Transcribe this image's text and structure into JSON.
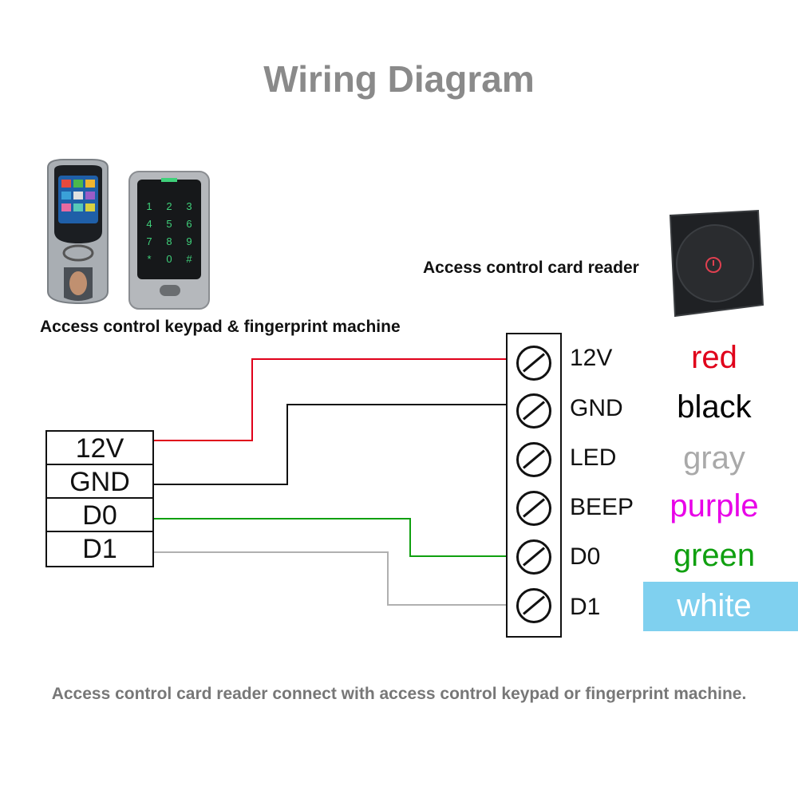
{
  "title": "Wiring Diagram",
  "images": {
    "devices_caption": "Access control keypad & fingerprint machine",
    "reader_caption": "Access control card reader",
    "keypad_digits": [
      "1",
      "2",
      "3",
      "4",
      "5",
      "6",
      "7",
      "8",
      "9",
      "*",
      "0",
      "#"
    ]
  },
  "controller": {
    "terminals": [
      "12V",
      "GND",
      "D0",
      "D1"
    ]
  },
  "reader": {
    "terminals": [
      {
        "label": "12V",
        "wire": "red",
        "color": "#e0001a"
      },
      {
        "label": "GND",
        "wire": "black",
        "color": "#000000"
      },
      {
        "label": "LED",
        "wire": "gray",
        "color": "#a9a9a9"
      },
      {
        "label": "BEEP",
        "wire": "purple",
        "color": "#e800e8"
      },
      {
        "label": "D0",
        "wire": "green",
        "color": "#10a010"
      },
      {
        "label": "D1",
        "wire": "white",
        "color": "#ffffff",
        "highlight": "#7fd0ef"
      }
    ]
  },
  "wire_colors": {
    "red": "#e0001a",
    "black": "#111111",
    "green": "#10a010",
    "gray": "#b0b0b0"
  },
  "footer": "Access control card reader connect with access control keypad or fingerprint machine."
}
